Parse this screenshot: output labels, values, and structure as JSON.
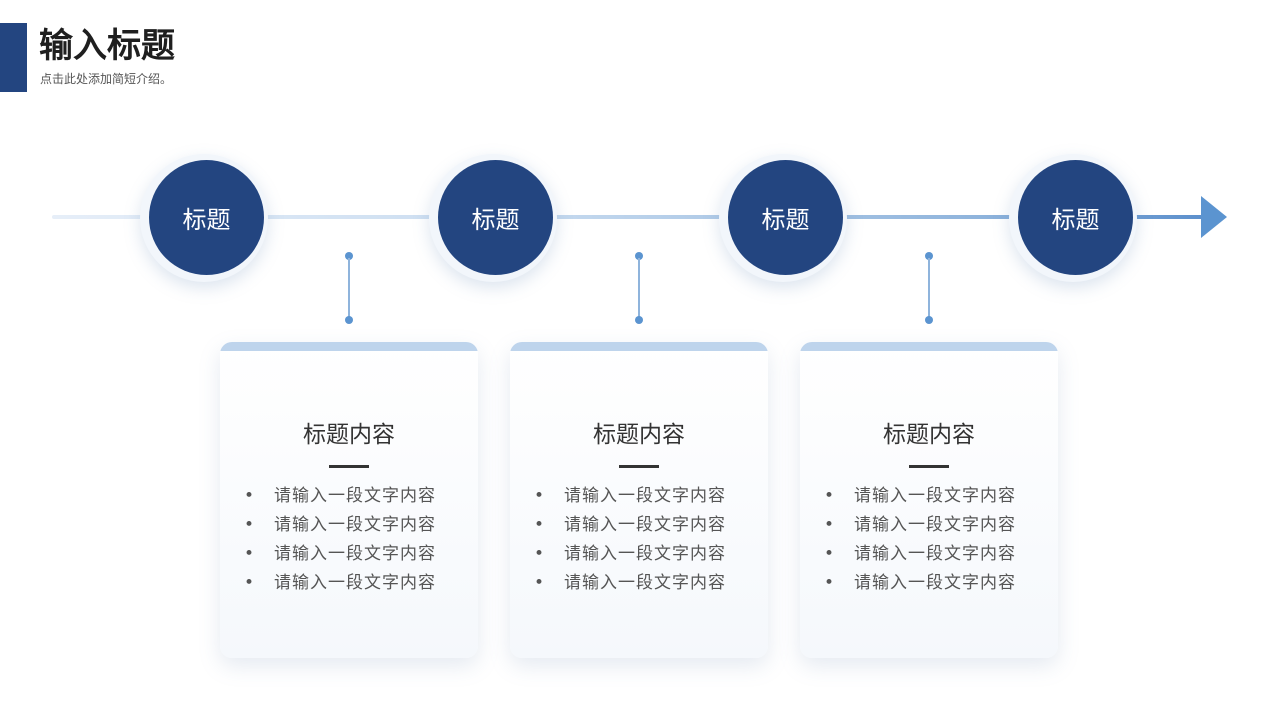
{
  "header": {
    "title": "输入标题",
    "subtitle": "点击此处添加简短介绍。"
  },
  "colors": {
    "primary": "#234580",
    "accent": "#5b94d0",
    "card_top": "#bed4ec"
  },
  "timeline": {
    "nodes": [
      {
        "label": "标题"
      },
      {
        "label": "标题"
      },
      {
        "label": "标题"
      },
      {
        "label": "标题"
      }
    ]
  },
  "cards": [
    {
      "title": "标题内容",
      "bullet": "•",
      "items": [
        "请输入一段文字内容",
        "请输入一段文字内容",
        "请输入一段文字内容",
        "请输入一段文字内容"
      ]
    },
    {
      "title": "标题内容",
      "bullet": "•",
      "items": [
        "请输入一段文字内容",
        "请输入一段文字内容",
        "请输入一段文字内容",
        "请输入一段文字内容"
      ]
    },
    {
      "title": "标题内容",
      "bullet": "•",
      "items": [
        "请输入一段文字内容",
        "请输入一段文字内容",
        "请输入一段文字内容",
        "请输入一段文字内容"
      ]
    }
  ]
}
